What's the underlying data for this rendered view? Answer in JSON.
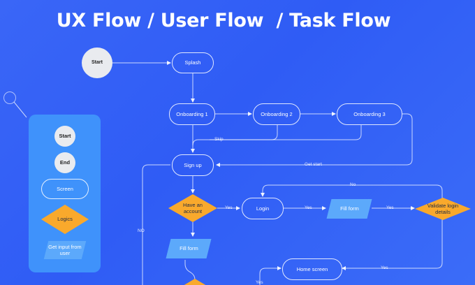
{
  "title": "UX Flow / User Flow  / Task Flow",
  "legend": {
    "start": "Start",
    "end": "End",
    "screen": "Screen",
    "logics": "Logics",
    "input": "Get input from user"
  },
  "nodes": {
    "start": "Start",
    "splash": "Splash",
    "onboarding1": "Onboarding 1",
    "onboarding2": "Onboarding 2",
    "onboarding3": "Onboarding 3",
    "signup": "Sign up",
    "have_account": "Have an account",
    "login": "Login",
    "fill_form_1": "Fill form",
    "validate_login": "Validate login details",
    "fill_form_2": "Fill form",
    "home_screen": "Home screen"
  },
  "edge_labels": {
    "skip": "Skip",
    "get_start": "Get start",
    "no_top": "No",
    "yes_account": "Yes",
    "yes_login": "Yes",
    "yes_fill": "Yes",
    "yes_validate": "Yes",
    "no_left": "NO",
    "yes_bottom": "Yes"
  },
  "colors": {
    "background": "#3162f6",
    "decision": "#f9a92c",
    "input": "#5ca9fb",
    "legend_panel": "#3f92fb",
    "terminal": "#e9ebef"
  }
}
